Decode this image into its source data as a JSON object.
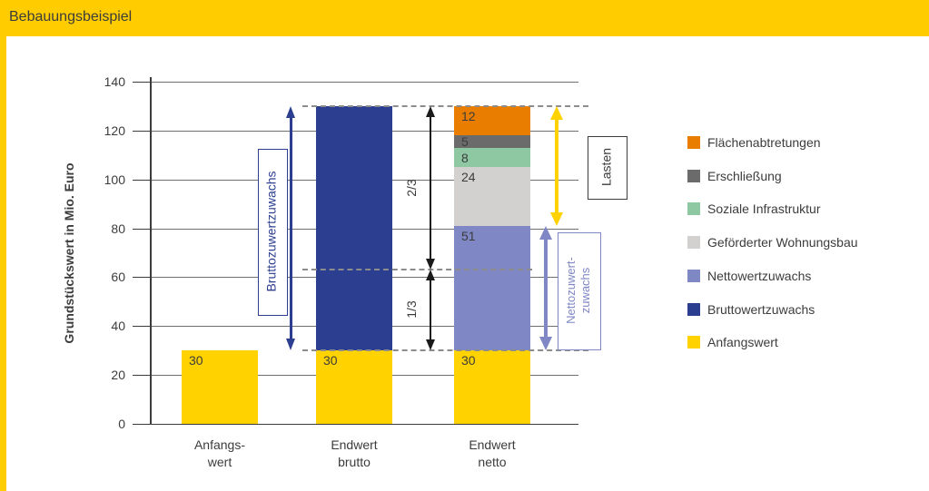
{
  "header": {
    "title": "Bebauungsbeispiel"
  },
  "colors": {
    "frame_yellow": "#ffcc00",
    "bar_yellow": "#ffd200",
    "dark_blue": "#2b3e8f",
    "light_purple": "#7f87c5",
    "light_gray": "#d2d1cf",
    "green": "#8dc8a2",
    "dark_gray": "#6b6b6b",
    "orange": "#e87d00",
    "text": "#3c3c3c",
    "grid": "#6e6e6e",
    "dashed": "#8c8c8c"
  },
  "chart_data": {
    "type": "bar",
    "stacked": true,
    "ylabel": "Grundstückswert in Mio. Euro",
    "ylim": [
      0,
      140
    ],
    "yticks": [
      0,
      20,
      40,
      60,
      80,
      100,
      120,
      140
    ],
    "grid": true,
    "legend_position": "right",
    "categories": [
      [
        "Anfangs-",
        "wert"
      ],
      [
        "Endwert",
        "brutto"
      ],
      [
        "Endwert",
        "netto"
      ]
    ],
    "bars": [
      {
        "name": "Anfangswert",
        "segments": [
          {
            "series": "Anfangswert",
            "value": 30,
            "label": "30",
            "color": "#ffd200"
          }
        ]
      },
      {
        "name": "Endwert brutto",
        "segments": [
          {
            "series": "Anfangswert",
            "value": 30,
            "label": "30",
            "color": "#ffd200"
          },
          {
            "series": "Bruttowertzuwachs",
            "value": 100,
            "label": "",
            "color": "#2b3e8f"
          }
        ]
      },
      {
        "name": "Endwert netto",
        "segments": [
          {
            "series": "Anfangswert",
            "value": 30,
            "label": "30",
            "color": "#ffd200"
          },
          {
            "series": "Nettowertzuwachs",
            "value": 51,
            "label": "51",
            "color": "#7f87c5"
          },
          {
            "series": "Geförderter Wohnungsbau",
            "value": 24,
            "label": "24",
            "color": "#d2d1cf"
          },
          {
            "series": "Soziale Infrastruktur",
            "value": 8,
            "label": "8",
            "color": "#8dc8a2"
          },
          {
            "series": "Erschließung",
            "value": 5,
            "label": "5",
            "color": "#6b6b6b"
          },
          {
            "series": "Flächenabtretungen",
            "value": 12,
            "label": "12",
            "color": "#e87d00"
          }
        ]
      }
    ],
    "dashed_levels": [
      130,
      63.3,
      30
    ],
    "annotations": [
      {
        "id": "brutto",
        "label": "Bruttozuwertzuwachs",
        "from": 30,
        "to": 130,
        "color": "#2b3e8f"
      },
      {
        "id": "two-thirds",
        "label": "2/3",
        "from": 63.3,
        "to": 130,
        "color": "#1a1a1a"
      },
      {
        "id": "one-third",
        "label": "1/3",
        "from": 30,
        "to": 63.3,
        "color": "#1a1a1a"
      },
      {
        "id": "lasten",
        "label": "Lasten",
        "from": 81,
        "to": 130,
        "color": "#ffd200"
      },
      {
        "id": "netto",
        "label": [
          "Nettozuwert-",
          "zuwachs"
        ],
        "from": 30,
        "to": 81,
        "color": "#7f87c5"
      }
    ],
    "legend": [
      {
        "label": "Flächenabtretungen",
        "color": "#e87d00"
      },
      {
        "label": "Erschließung",
        "color": "#6b6b6b"
      },
      {
        "label": "Soziale Infrastruktur",
        "color": "#8dc8a2"
      },
      {
        "label": "Geförderter Wohnungsbau",
        "color": "#d2d1cf"
      },
      {
        "label": "Nettowertzuwachs",
        "color": "#7f87c5"
      },
      {
        "label": "Bruttowertzuwachs",
        "color": "#2b3e8f"
      },
      {
        "label": "Anfangswert",
        "color": "#ffd200"
      }
    ]
  }
}
